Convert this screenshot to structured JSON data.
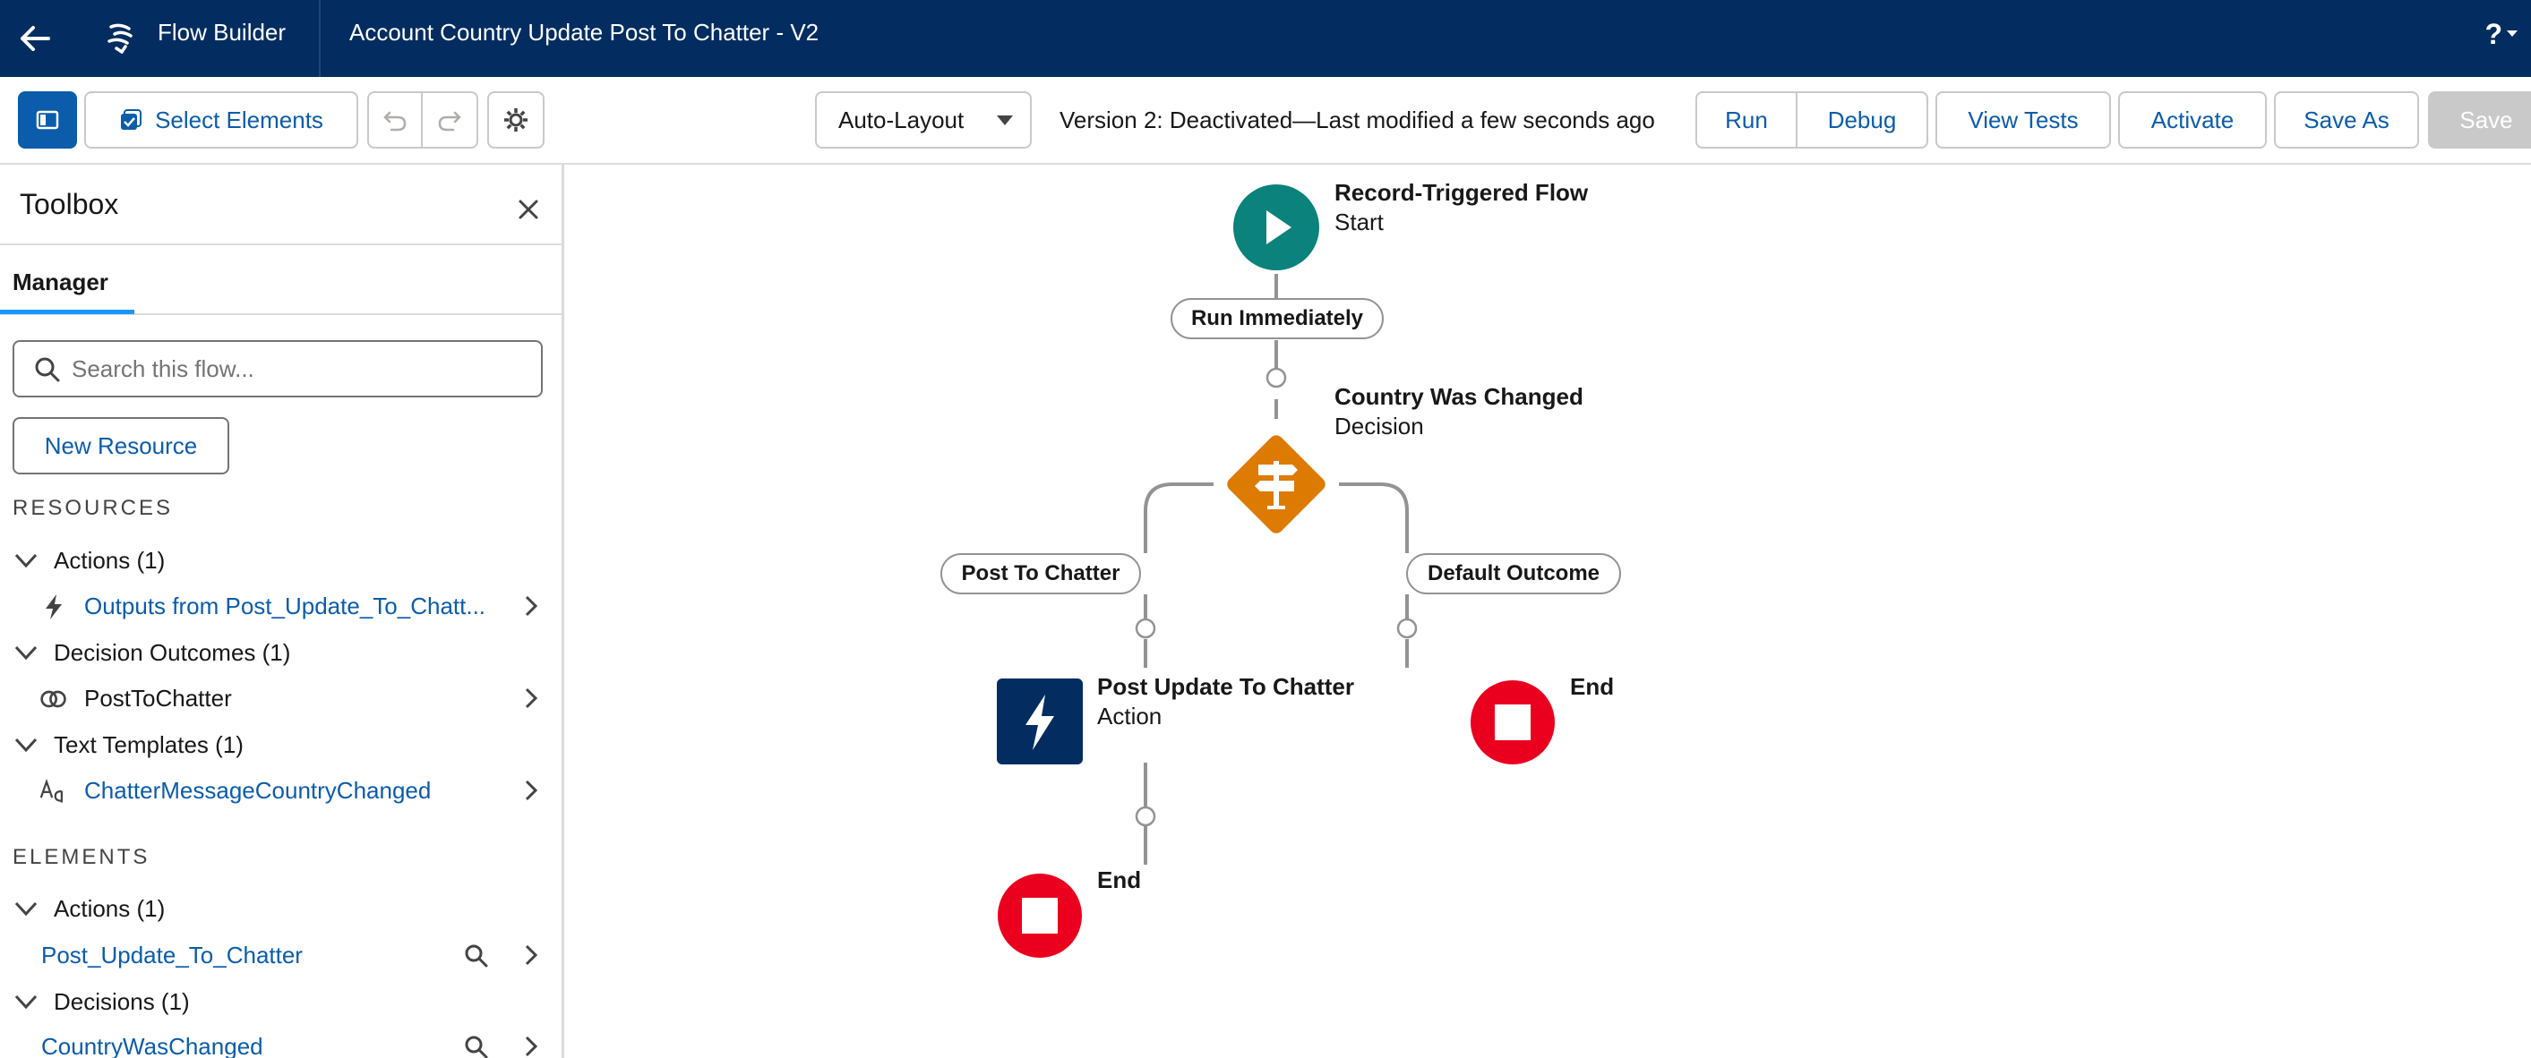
{
  "header": {
    "app_name": "Flow Builder",
    "flow_title": "Account Country Update Post To Chatter - V2",
    "help_label": "?"
  },
  "toolbar": {
    "select_elements": "Select Elements",
    "layout_value": "Auto-Layout",
    "version_status": "Version 2: Deactivated—Last modified a few seconds ago",
    "run": "Run",
    "debug": "Debug",
    "view_tests": "View Tests",
    "activate": "Activate",
    "save_as": "Save As",
    "save": "Save"
  },
  "sidebar": {
    "title": "Toolbox",
    "tab": "Manager",
    "search_placeholder": "Search this flow...",
    "new_resource": "New Resource",
    "resources_heading": "RESOURCES",
    "resource_groups": [
      {
        "label": "Actions (1)",
        "item": "Outputs from Post_Update_To_Chatt...",
        "icon": "lightning-icon",
        "item_is_link": true
      },
      {
        "label": "Decision Outcomes (1)",
        "item": "PostToChatter",
        "icon": "outcome-icon",
        "item_is_link": false
      },
      {
        "label": "Text Templates (1)",
        "item": "ChatterMessageCountryChanged",
        "icon": "text-template-icon",
        "item_is_link": true
      }
    ],
    "elements_heading": "ELEMENTS",
    "element_groups": [
      {
        "label": "Actions (1)",
        "item": "Post_Update_To_Chatter"
      },
      {
        "label": "Decisions (1)",
        "item": "CountryWasChanged"
      }
    ]
  },
  "canvas": {
    "start": {
      "title": "Record-Triggered Flow",
      "subtitle": "Start",
      "color": "#0b827c"
    },
    "run_immediately": "Run Immediately",
    "decision": {
      "title": "Country Was Changed",
      "subtitle": "Decision",
      "color": "#dd7a01"
    },
    "left_branch": "Post To Chatter",
    "right_branch": "Default Outcome",
    "action": {
      "title": "Post Update To Chatter",
      "subtitle": "Action",
      "color": "#032d60"
    },
    "end_label": "End",
    "end_color": "#ea001e"
  },
  "colors": {
    "header_bg": "#032d60",
    "link": "#0b5cab",
    "accent_tab": "#1b96ff"
  }
}
